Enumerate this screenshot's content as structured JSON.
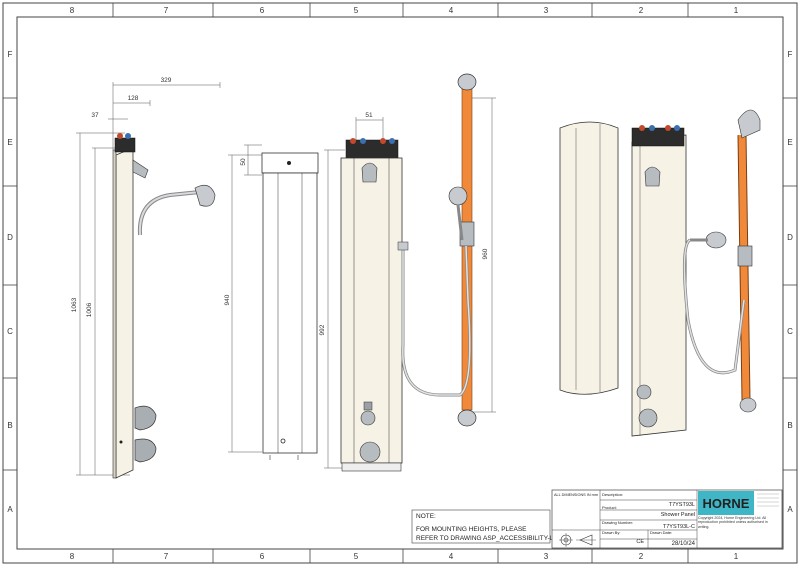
{
  "grid": {
    "columns": [
      "8",
      "7",
      "6",
      "5",
      "4",
      "3",
      "2",
      "1"
    ],
    "rows": [
      "F",
      "E",
      "D",
      "C",
      "B",
      "A"
    ]
  },
  "dimensions": {
    "overall_reach": "329",
    "offset_a": "128",
    "offset_b": "37",
    "height_total": "1063",
    "height_inner": "1006",
    "front_height": "940",
    "top_depth": "50",
    "valve_width": "51",
    "panel_height": "992",
    "rail_height": "960"
  },
  "note": {
    "heading": "NOTE:",
    "line1": "FOR MOUNTING HEIGHTS, PLEASE",
    "line2": "REFER TO DRAWING ASP_ACCESSIBILITY-L"
  },
  "title_block": {
    "all_dimensions": "ALL DIMENSIONS IN mm",
    "description_label": "Description:",
    "description_value": "T7YST93L",
    "product_label": "Product:",
    "product_value": "Shower Panel",
    "drawing_number_label": "Drawing Number:",
    "drawing_number_value": "T7YST93L-C",
    "drawn_by_label": "Drawn By:",
    "drawn_by_value": "CE",
    "drawn_date_label": "Drawn Date:",
    "drawn_date_value": "28/10/24",
    "brand": "HORNE",
    "copyright": "Copyright 2024, Horne Engineering Ltd. All reproduction prohibited unless authorised in writing."
  },
  "colors": {
    "border": "#444444",
    "panel_fill": "#f7f2e6",
    "rail_orange": "#f08a3a",
    "metal": "#9aa0a6",
    "brand_bg": "#3fb6c6"
  }
}
